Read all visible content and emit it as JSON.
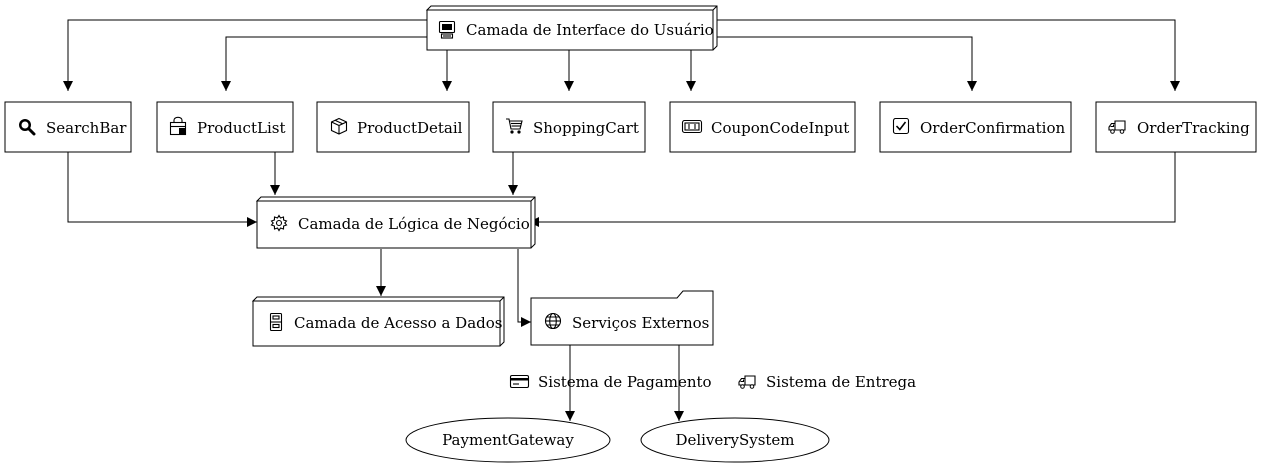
{
  "nodes": {
    "ui_layer": "Camada de Interface do Usuário",
    "search_bar": "SearchBar",
    "product_list": "ProductList",
    "product_detail": "ProductDetail",
    "shopping_cart": "ShoppingCart",
    "coupon_code_input": "CouponCodeInput",
    "order_confirmation": "OrderConfirmation",
    "order_tracking": "OrderTracking",
    "business_layer": "Camada de Lógica de Negócio",
    "data_access_layer": "Camada de Acesso a Dados",
    "external_services": "Serviços Externos",
    "payment_gateway": "PaymentGateway",
    "delivery_system": "DeliverySystem"
  },
  "edge_labels": {
    "payment": "Sistema de Pagamento",
    "delivery": "Sistema de Entrega"
  },
  "icons": {
    "ui_layer": "computer-icon",
    "search_bar": "magnifier-icon",
    "product_list": "shopping-bag-icon",
    "product_detail": "package-icon",
    "shopping_cart": "cart-icon",
    "coupon_code_input": "ticket-icon",
    "order_confirmation": "checkbox-icon",
    "order_tracking": "truck-icon",
    "business_layer": "gear-icon",
    "data_access_layer": "filing-cabinet-icon",
    "external_services": "globe-icon",
    "payment": "credit-card-icon",
    "delivery": "truck-icon"
  }
}
